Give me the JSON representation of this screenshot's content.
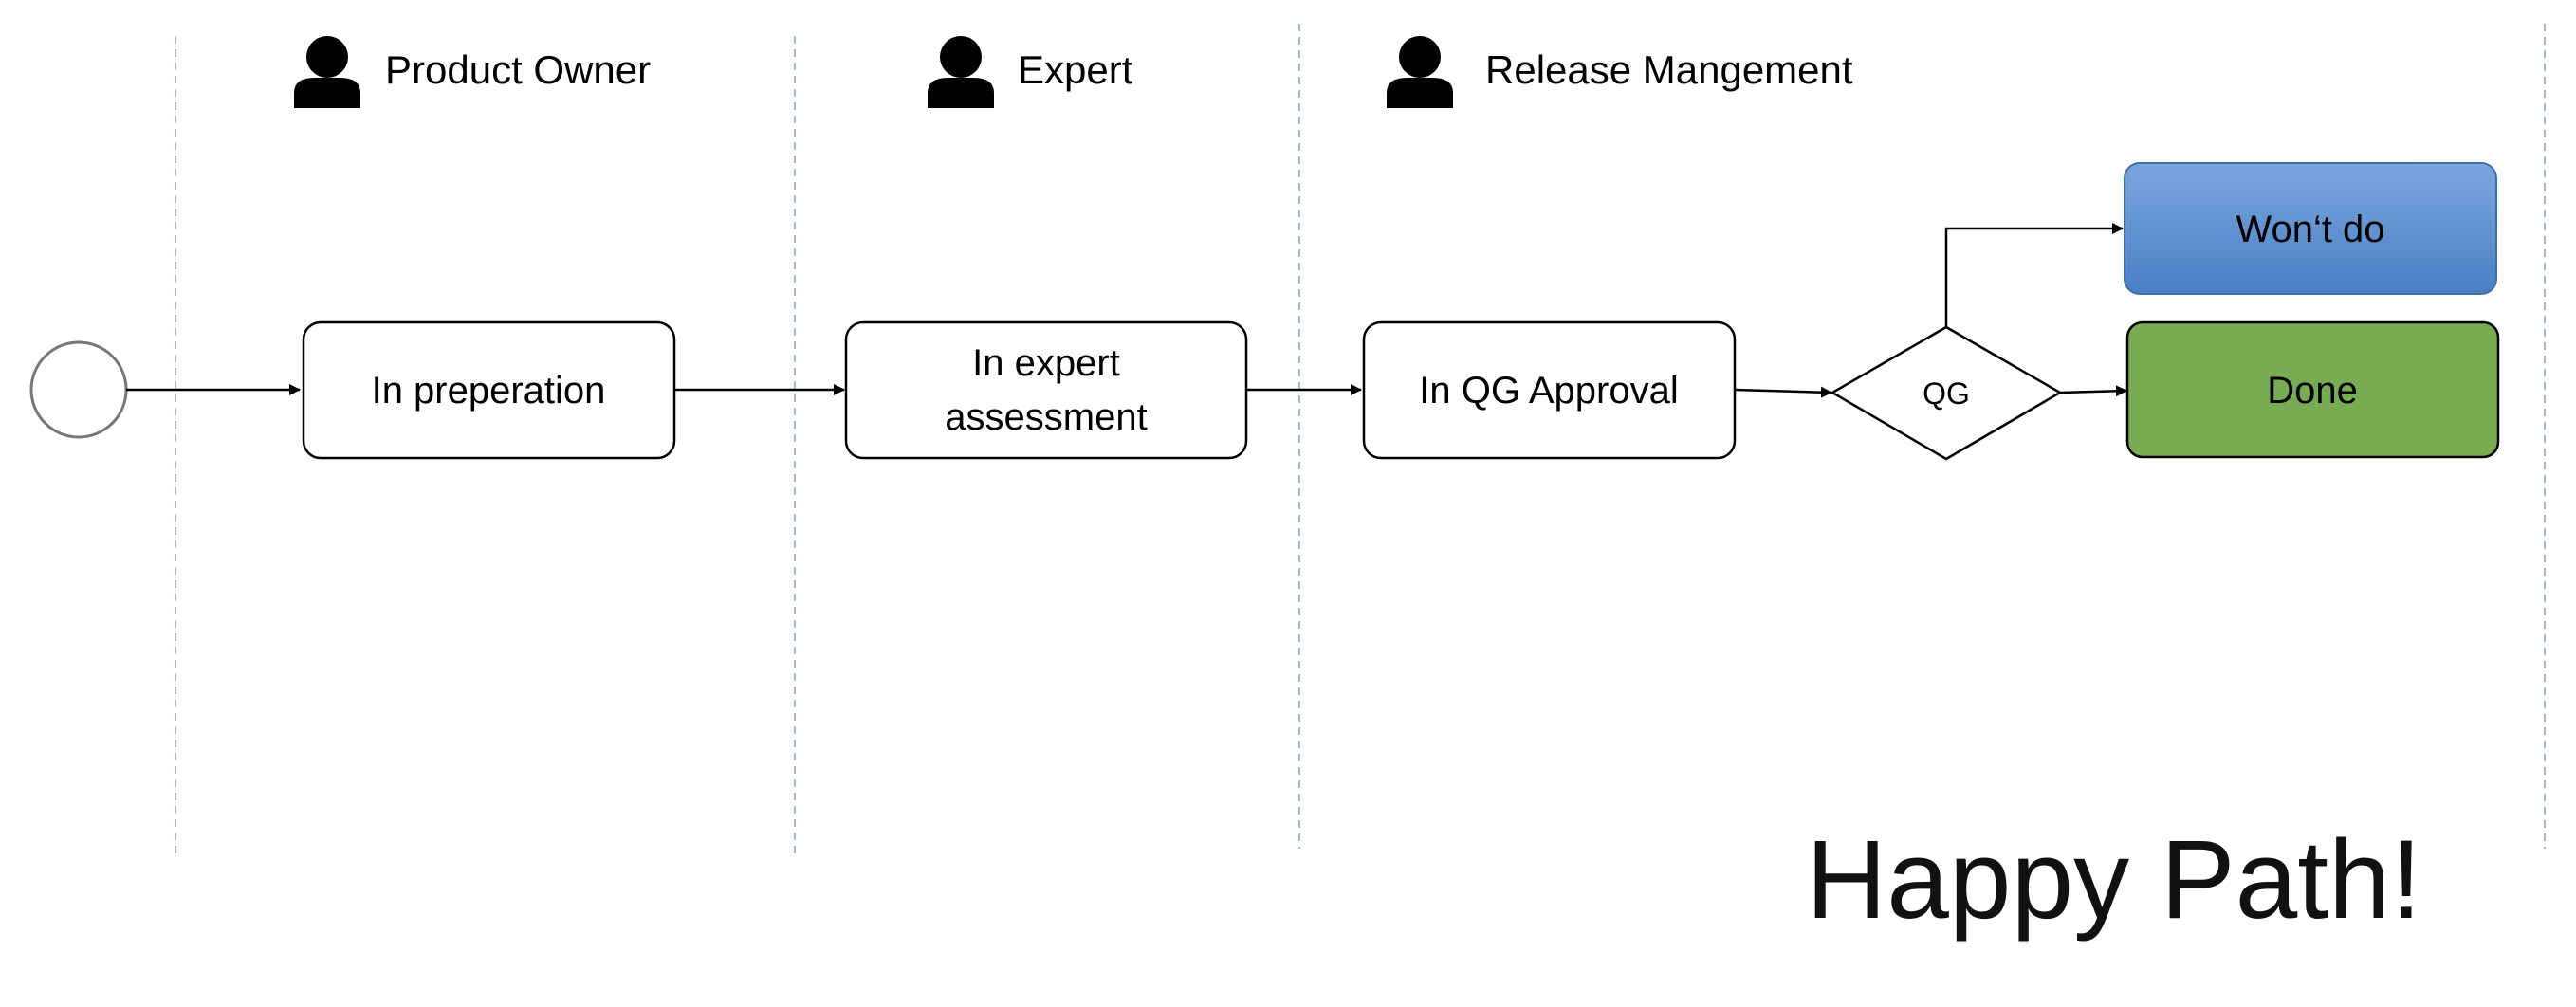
{
  "roles": [
    {
      "name": "Product Owner",
      "icon": "person-icon"
    },
    {
      "name": "Expert",
      "icon": "person-icon"
    },
    {
      "name": "Release Mangement",
      "icon": "person-icon"
    }
  ],
  "nodes": {
    "start": {
      "kind": "start-event"
    },
    "in_preparation": {
      "label": "In preperation"
    },
    "in_expert_assessment": {
      "line1": "In expert",
      "line2": "assessment"
    },
    "in_qg_approval": {
      "label": "In QG Approval"
    },
    "qg_gateway": {
      "label": "QG"
    },
    "wont_do": {
      "label": "Won‘t do",
      "color": "#5b8fd0"
    },
    "done": {
      "label": "Done",
      "color": "#77aa55"
    }
  },
  "caption": "Happy Path!",
  "colors": {
    "lane_divider": "#9fbbd9",
    "wont_do_fill": "#6a9bd8",
    "done_fill": "#77ac53"
  }
}
